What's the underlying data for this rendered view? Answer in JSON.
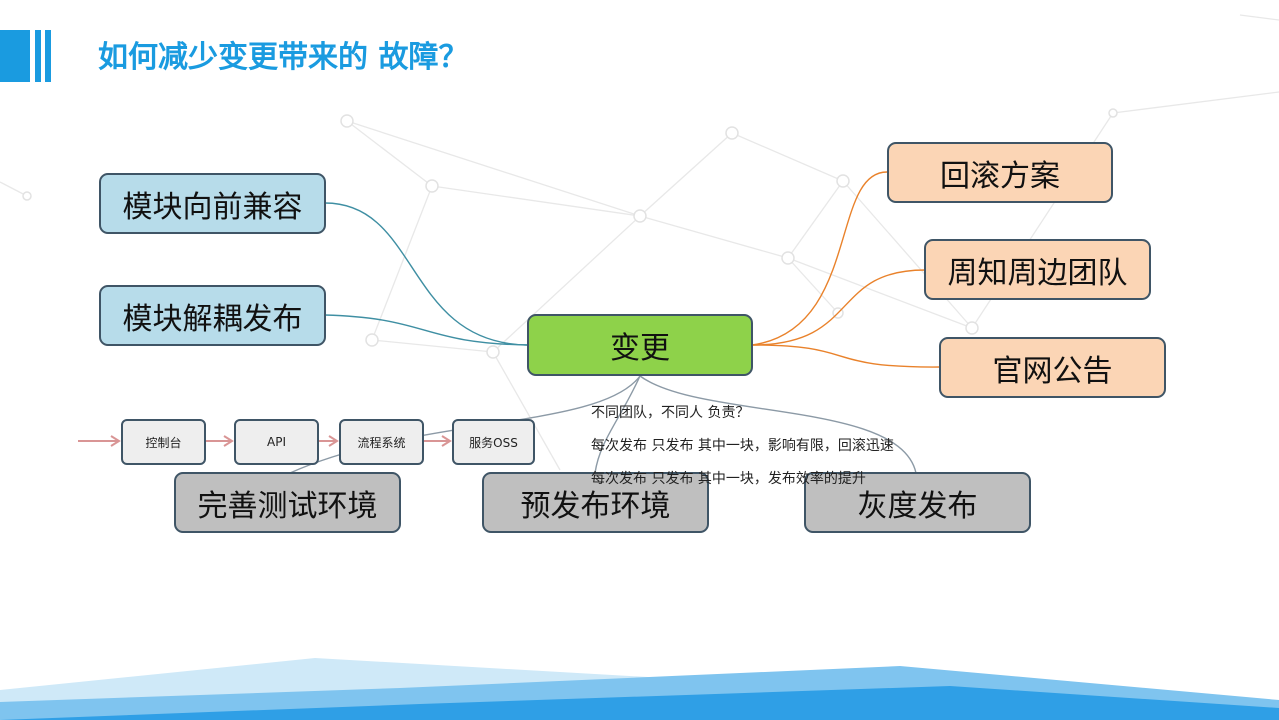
{
  "slide": {
    "title": "如何减少变更带来的 故障？",
    "accent_color": "#1a9be0"
  },
  "mindmap": {
    "center": {
      "label": "变更",
      "color": "#8ed24a"
    },
    "left_branches": [
      {
        "label": "模块向前兼容",
        "color": "#b7dcea"
      },
      {
        "label": "模块解耦发布",
        "color": "#b7dcea"
      }
    ],
    "right_branches": [
      {
        "label": "回滚方案",
        "color": "#fbd5b5"
      },
      {
        "label": "周知周边团队",
        "color": "#fbd5b5"
      },
      {
        "label": "官网公告",
        "color": "#fbd5b5"
      }
    ],
    "bottom_branches": [
      {
        "label": "完善测试环境",
        "color": "#bfbfbf"
      },
      {
        "label": "预发布环境",
        "color": "#bfbfbf"
      },
      {
        "label": "灰度发布",
        "color": "#bfbfbf"
      }
    ],
    "left_link_color": "#3f8fa3",
    "right_link_color": "#e9822b"
  },
  "pipeline": {
    "steps": [
      "控制台",
      "API",
      "流程系统",
      "服务OSS"
    ],
    "arrow_color": "#d99595"
  },
  "notes": [
    "不同团队，不同人 负责？",
    "每次发布 只发布 其中一块，影响有限，回滚迅速",
    "每次发布 只发布 其中一块，发布效率的提升"
  ]
}
